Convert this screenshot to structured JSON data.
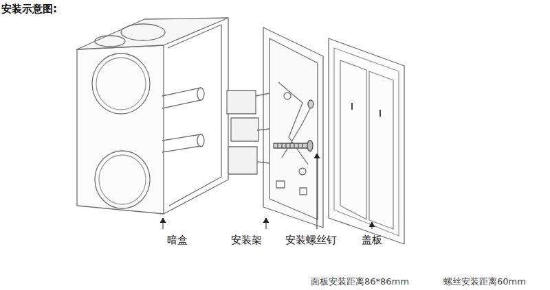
{
  "diagram": {
    "title": "安装示意图:",
    "labels": [
      "暗盒",
      "安装架",
      "安装螺丝钉",
      "盖板",
      "面板安装距离86*86mm",
      "螺丝安装距离60mm"
    ]
  }
}
